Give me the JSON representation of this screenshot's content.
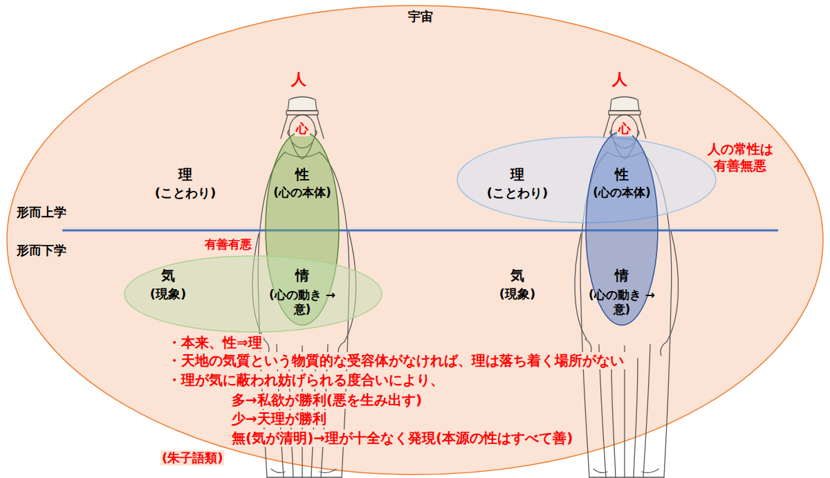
{
  "diagram": {
    "nodes": [
      {
        "text": [
          "宇宙"
        ]
      },
      {
        "text": [
          "性",
          "(心の本体)",
          "情",
          "(心の動き →意)"
        ],
        "in": 0
      },
      {
        "text": [
          "気",
          "(現象)"
        ],
        "in": 0
      },
      {
        "text": [
          "理",
          "(ことわり)"
        ],
        "in": 0
      },
      {
        "text": [
          "性",
          "(心の本体)",
          "情",
          "(心の動き →意)"
        ],
        "in": 0
      }
    ],
    "labels": [
      "人",
      "心",
      "人",
      "心",
      "形而上学",
      "形而下学",
      "理",
      "(ことわり)",
      "有善有悪",
      "気",
      "(現象)",
      "人の常性は 有善無悪",
      "・本来、性⇒理",
      "・天地の気質という物質的な受容体がなければ、理は落ち着く場所がない",
      "・理が気に蔽われ妨げられる度合いにより、",
      "多→私欲が勝利(悪を生み出す)",
      "少→天理が勝利",
      "無(気が清明)→理が十全なく発現(本源の性はすべて善)",
      "(朱子語類)"
    ]
  }
}
